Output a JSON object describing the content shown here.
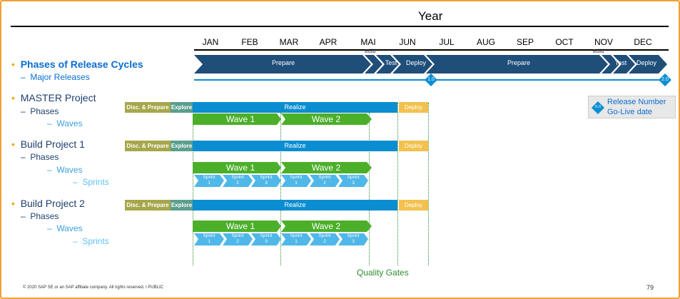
{
  "title": "Year",
  "months": [
    "JAN",
    "FEB",
    "MAR",
    "APR",
    "MAI",
    "JUN",
    "JUL",
    "AUG",
    "SEP",
    "OCT",
    "NOV",
    "DEC"
  ],
  "left_panel": {
    "phases_of_release": "Phases of Release Cycles",
    "major_releases": "Major Releases",
    "master_project": "MASTER Project",
    "phases": "Phases",
    "waves": "Waves",
    "build1": "Build Project 1",
    "build2": "Build Project 2",
    "sprints": "Sprints"
  },
  "release": {
    "prepare": "Prepare",
    "build": "Build",
    "test": "Test",
    "deploy": "Deploy",
    "v1": "1.0",
    "v2": "2.0"
  },
  "phases_row": {
    "disc": "Disc. & Prepare",
    "explore": "Explore",
    "realize": "Realize",
    "deploy": "Deploy"
  },
  "waves": {
    "wave1": "Wave 1",
    "wave2": "Wave 2"
  },
  "sprint": {
    "label": "Sprint",
    "n1": "1",
    "n2": "2",
    "n3": "3"
  },
  "legend": {
    "icon": "n.n",
    "line1": "Release Number",
    "line2": "Go-Live date"
  },
  "quality_gates": "Quality Gates",
  "footer": "© 2020 SAP SE or an SAP affiliate company. All rights reserved.  ǀ  PUBLIC",
  "page_number": "79",
  "colors": {
    "frame": "#F0A030",
    "release_navy": "#1F4E79",
    "realize_blue": "#0A8ED1",
    "wave_green": "#4CAF2A",
    "sprint_blue": "#4FB8E8",
    "deploy_yellow": "#F2C14E",
    "disc_olive": "#A6A74B",
    "explore_teal": "#5B9E8E",
    "bullet": "#F0AB00"
  }
}
